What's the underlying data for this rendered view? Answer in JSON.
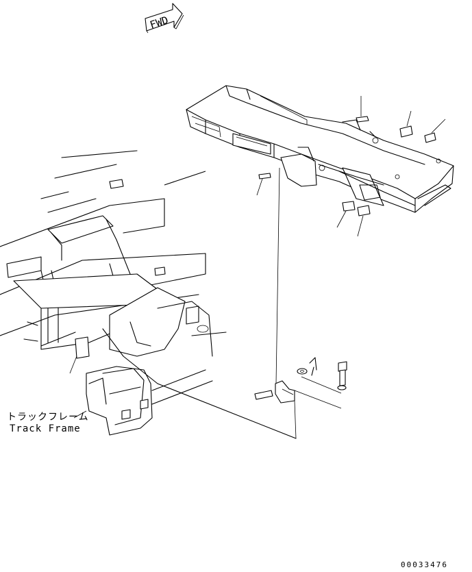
{
  "fwd_arrow": {
    "text": "FWD"
  },
  "callout": {
    "jp": "トラックフレーム",
    "en": "Track Frame"
  },
  "drawing_number": "00033476"
}
